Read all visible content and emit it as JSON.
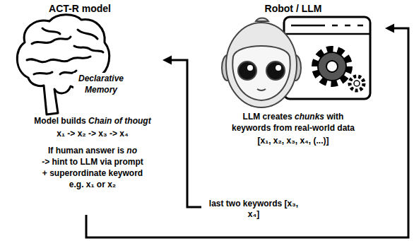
{
  "diagram": {
    "nodes": [
      {
        "text": [
          "ACT-R model",
          "Declarative Memory",
          "Model builds",
          "Chain of thougt",
          "x₁ -> x₂ -> x₃ -> x₄",
          "If human answer is",
          "no",
          "-> hint to LLM via prompt",
          "+ superordinate keyword",
          "e.g. x₁ or x₂"
        ]
      },
      {
        "text": [
          "Robot / LLM",
          "LLM creates",
          "chunks",
          "with",
          "keywords from real-world data",
          "[x₁, x₂, x₃, x₄, (...)]"
        ]
      }
    ],
    "edges": [
      {
        "from": 1,
        "to": 0,
        "arrow": "to",
        "label": "last two keywords [x₃, x₄]"
      },
      {
        "from": 0,
        "to": 1,
        "arrow": "to"
      }
    ]
  }
}
